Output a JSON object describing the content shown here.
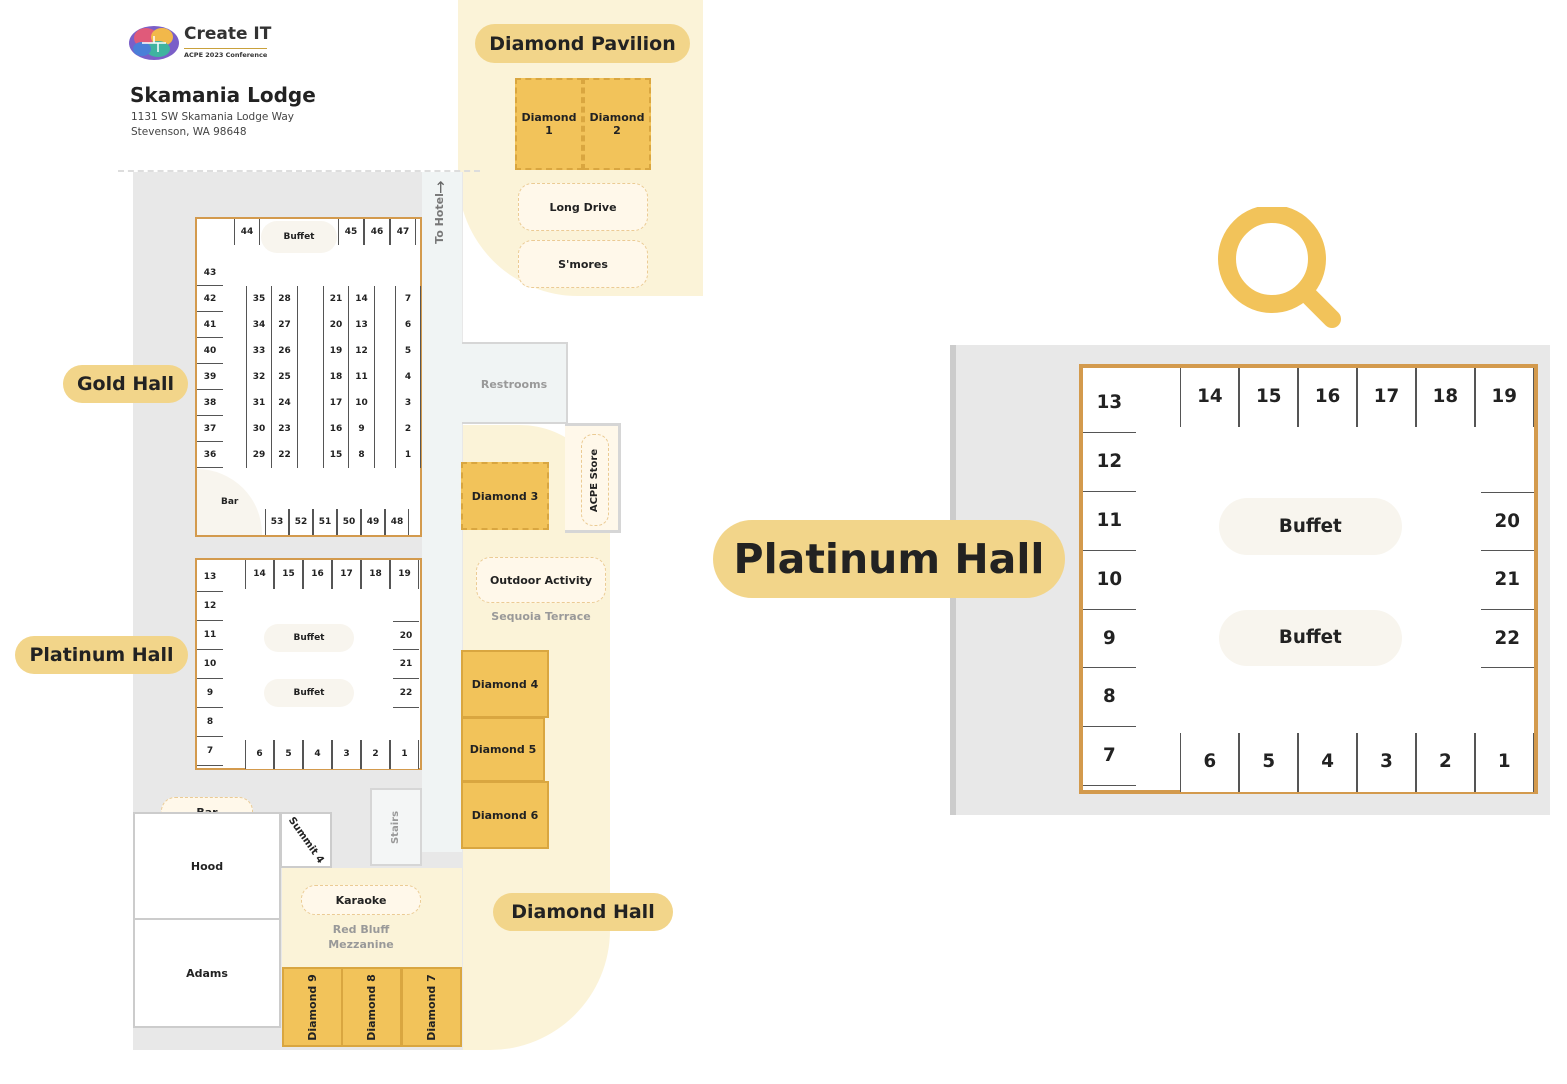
{
  "brand": {
    "logo_title": "Create IT",
    "logo_subtitle": "ACPE 2023 Conference"
  },
  "venue": {
    "name": "Skamania Lodge",
    "address_line1": "1131 SW Skamania Lodge Way",
    "address_line2": "Stevenson, WA 98648"
  },
  "labels": {
    "diamond_pavilion": "Diamond Pavilion",
    "gold_hall": "Gold Hall",
    "platinum_hall": "Platinum Hall",
    "diamond_hall": "Diamond Hall",
    "to_hotel": "To Hotel",
    "restrooms": "Restrooms",
    "acpe_store": "ACPE Store",
    "sequoia_terrace": "Sequoia Terrace",
    "red_bluff_line1": "Red Bluff",
    "red_bluff_line2": "Mezzanine",
    "stairs": "Stairs",
    "buffet": "Buffet",
    "bar": "Bar"
  },
  "rooms": {
    "diamond1_a": "Diamond",
    "diamond1_b": "1",
    "diamond2_a": "Diamond",
    "diamond2_b": "2",
    "long_drive": "Long Drive",
    "smores": "S'mores",
    "diamond3": "Diamond 3",
    "outdoor_activity": "Outdoor Activity",
    "diamond4": "Diamond 4",
    "diamond5": "Diamond 5",
    "diamond6": "Diamond 6",
    "diamond7": "Diamond 7",
    "diamond8": "Diamond 8",
    "diamond9": "Diamond 9",
    "hood": "Hood",
    "adams": "Adams",
    "summit4": "Summit 4",
    "karaoke": "Karaoke",
    "bar_lower": "Bar"
  },
  "gold_booths": {
    "top": [
      "44",
      "45",
      "46",
      "47"
    ],
    "left": [
      "43",
      "42",
      "41",
      "40",
      "39",
      "38",
      "37",
      "36"
    ],
    "c1a": [
      "35",
      "34",
      "33",
      "32",
      "31",
      "30",
      "29"
    ],
    "c1b": [
      "28",
      "27",
      "26",
      "25",
      "24",
      "23",
      "22"
    ],
    "c2a": [
      "21",
      "20",
      "19",
      "18",
      "17",
      "16",
      "15"
    ],
    "c2b": [
      "14",
      "13",
      "12",
      "11",
      "10",
      "9",
      "8"
    ],
    "right": [
      "7",
      "6",
      "5",
      "4",
      "3",
      "2",
      "1"
    ],
    "bottom": [
      "53",
      "52",
      "51",
      "50",
      "49",
      "48"
    ]
  },
  "platinum_booths": {
    "top": [
      "14",
      "15",
      "16",
      "17",
      "18",
      "19"
    ],
    "left": [
      "13",
      "12",
      "11",
      "10",
      "9",
      "8",
      "7"
    ],
    "right": [
      "20",
      "21",
      "22"
    ],
    "bottom": [
      "6",
      "5",
      "4",
      "3",
      "2",
      "1"
    ]
  },
  "colors": {
    "accent": "#f2c35a",
    "pill": "#f2d58a",
    "cream": "#fbf3d8",
    "border": "#d39a4d"
  },
  "icons": {
    "magnifier": "search-icon",
    "arrow": "arrow-up-icon"
  }
}
